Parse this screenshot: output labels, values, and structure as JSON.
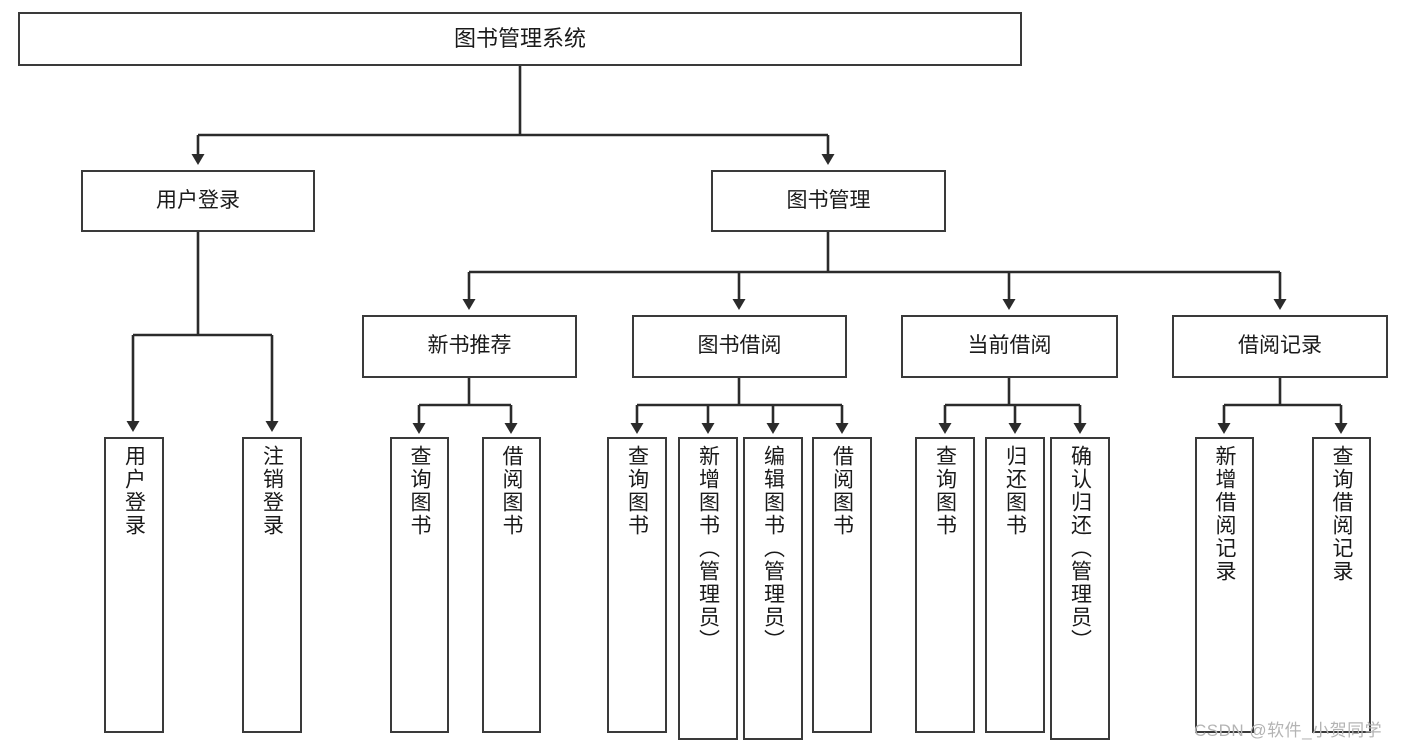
{
  "diagram": {
    "type": "tree-hierarchy",
    "title": "图书管理系统",
    "orientation": "top-down",
    "root": {
      "id": "root",
      "label": "图书管理系统"
    },
    "level2": [
      {
        "id": "user-login",
        "label": "用户登录"
      },
      {
        "id": "book-management",
        "label": "图书管理"
      }
    ],
    "level3": [
      {
        "id": "new-book-recommend",
        "label": "新书推荐",
        "parent": "book-management"
      },
      {
        "id": "book-borrow",
        "label": "图书借阅",
        "parent": "book-management"
      },
      {
        "id": "current-borrow",
        "label": "当前借阅",
        "parent": "book-management"
      },
      {
        "id": "borrow-record",
        "label": "借阅记录",
        "parent": "book-management"
      }
    ],
    "leaves": [
      {
        "id": "leaf-user-login",
        "label": "用户登录",
        "parent": "user-login"
      },
      {
        "id": "leaf-logout-login",
        "label": "注销登录",
        "parent": "user-login"
      },
      {
        "id": "leaf-query-book-1",
        "label": "查询图书",
        "parent": "new-book-recommend"
      },
      {
        "id": "leaf-borrow-book-1",
        "label": "借阅图书",
        "parent": "new-book-recommend"
      },
      {
        "id": "leaf-query-book-2",
        "label": "查询图书",
        "parent": "book-borrow"
      },
      {
        "id": "leaf-add-book",
        "label": "新增图书（管理员）",
        "parent": "book-borrow"
      },
      {
        "id": "leaf-edit-book",
        "label": "编辑图书（管理员）",
        "parent": "book-borrow"
      },
      {
        "id": "leaf-borrow-book-2",
        "label": "借阅图书",
        "parent": "book-borrow"
      },
      {
        "id": "leaf-query-book-3",
        "label": "查询图书",
        "parent": "current-borrow"
      },
      {
        "id": "leaf-return-book",
        "label": "归还图书",
        "parent": "current-borrow"
      },
      {
        "id": "leaf-confirm-return",
        "label": "确认归还（管理员）",
        "parent": "current-borrow"
      },
      {
        "id": "leaf-add-borrow-record",
        "label": "新增借阅记录",
        "parent": "borrow-record"
      },
      {
        "id": "leaf-query-borrow-record",
        "label": "查询借阅记录",
        "parent": "borrow-record"
      }
    ]
  },
  "watermark": {
    "text": "CSDN @软件_小贺同学"
  },
  "colors": {
    "box_border": "#3a3a3a",
    "box_fill": "#ffffff",
    "connector": "#2b2b2b",
    "text": "#1a1a1a",
    "watermark": "#b4b4b4",
    "background": "#ffffff"
  }
}
